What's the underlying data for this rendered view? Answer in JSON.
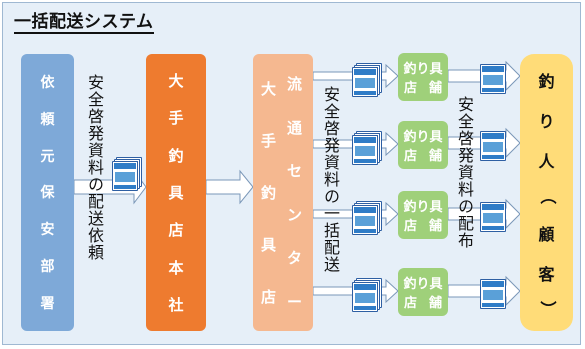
{
  "title": "一括配送システム",
  "origin": [
    "依",
    "頼",
    "元",
    "保",
    "安",
    "部",
    "署"
  ],
  "hq": [
    "大",
    "手",
    "釣",
    "具",
    "店",
    "本",
    "社"
  ],
  "center_left": [
    "流",
    "通",
    "セ",
    "ン",
    "タ",
    "ー"
  ],
  "center_right": [
    "大",
    "手",
    "釣",
    "具",
    "店"
  ],
  "angler": [
    "釣",
    "り",
    "人",
    "（",
    "顧",
    "客",
    "）"
  ],
  "shop": [
    "釣り具",
    "店",
    "舗"
  ],
  "labels": {
    "request": "安全啓発資料の配送依頼",
    "bulk": "安全啓発資料の一括配送",
    "distribute": "安全啓発資料の配布"
  }
}
